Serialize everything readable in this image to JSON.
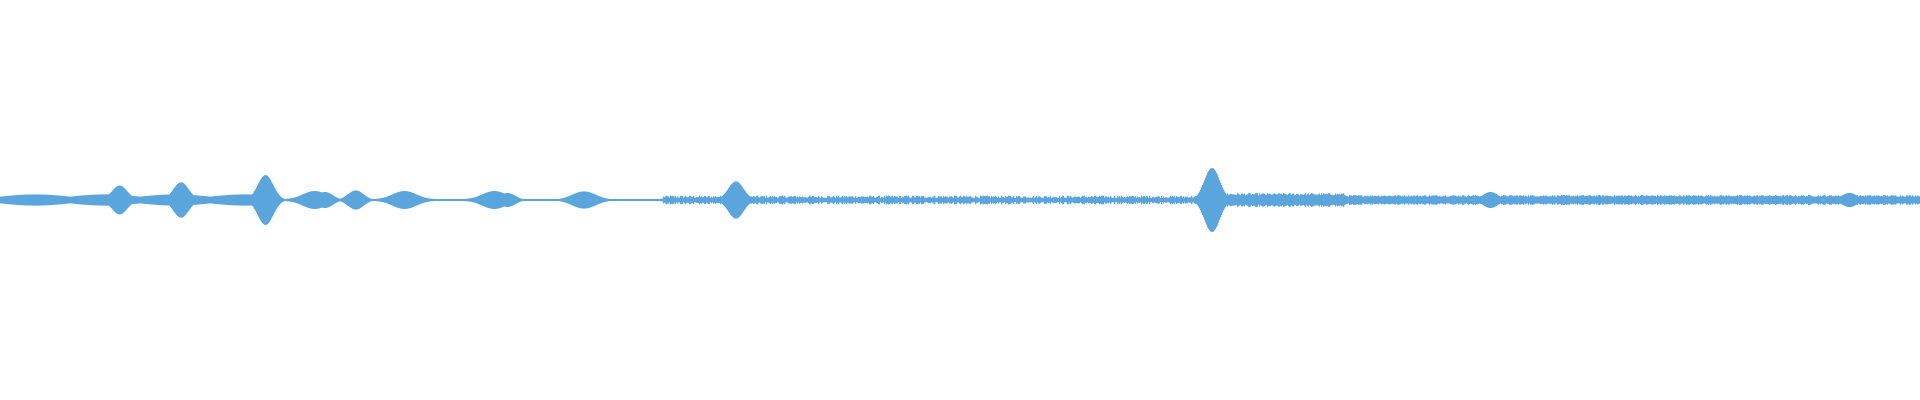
{
  "waveform": {
    "color": "#5aa5dc",
    "background": "#ffffff",
    "amplitude_scale": 1.0,
    "segments": [
      {
        "from": 0.0,
        "to": 0.14,
        "base": 0.14,
        "style": "dense-blobs"
      },
      {
        "from": 0.14,
        "to": 0.263,
        "base": 0.05,
        "style": "blobs"
      },
      {
        "from": 0.263,
        "to": 0.345,
        "base": 0.03,
        "style": "sparse-blobs"
      },
      {
        "from": 0.345,
        "to": 0.625,
        "base": 0.1,
        "style": "noisy"
      },
      {
        "from": 0.625,
        "to": 0.7,
        "base": 0.18,
        "style": "dense"
      },
      {
        "from": 0.7,
        "to": 1.0,
        "base": 0.13,
        "style": "dense"
      }
    ],
    "peaks": [
      {
        "pos": 0.062,
        "amp": 0.45
      },
      {
        "pos": 0.094,
        "amp": 0.55
      },
      {
        "pos": 0.138,
        "amp": 0.78
      },
      {
        "pos": 0.169,
        "amp": 0.25
      },
      {
        "pos": 0.185,
        "amp": 0.3
      },
      {
        "pos": 0.264,
        "amp": 0.22
      },
      {
        "pos": 0.383,
        "amp": 0.58
      },
      {
        "pos": 0.631,
        "amp": 1.0
      },
      {
        "pos": 0.776,
        "amp": 0.25
      },
      {
        "pos": 0.963,
        "amp": 0.22
      }
    ]
  }
}
